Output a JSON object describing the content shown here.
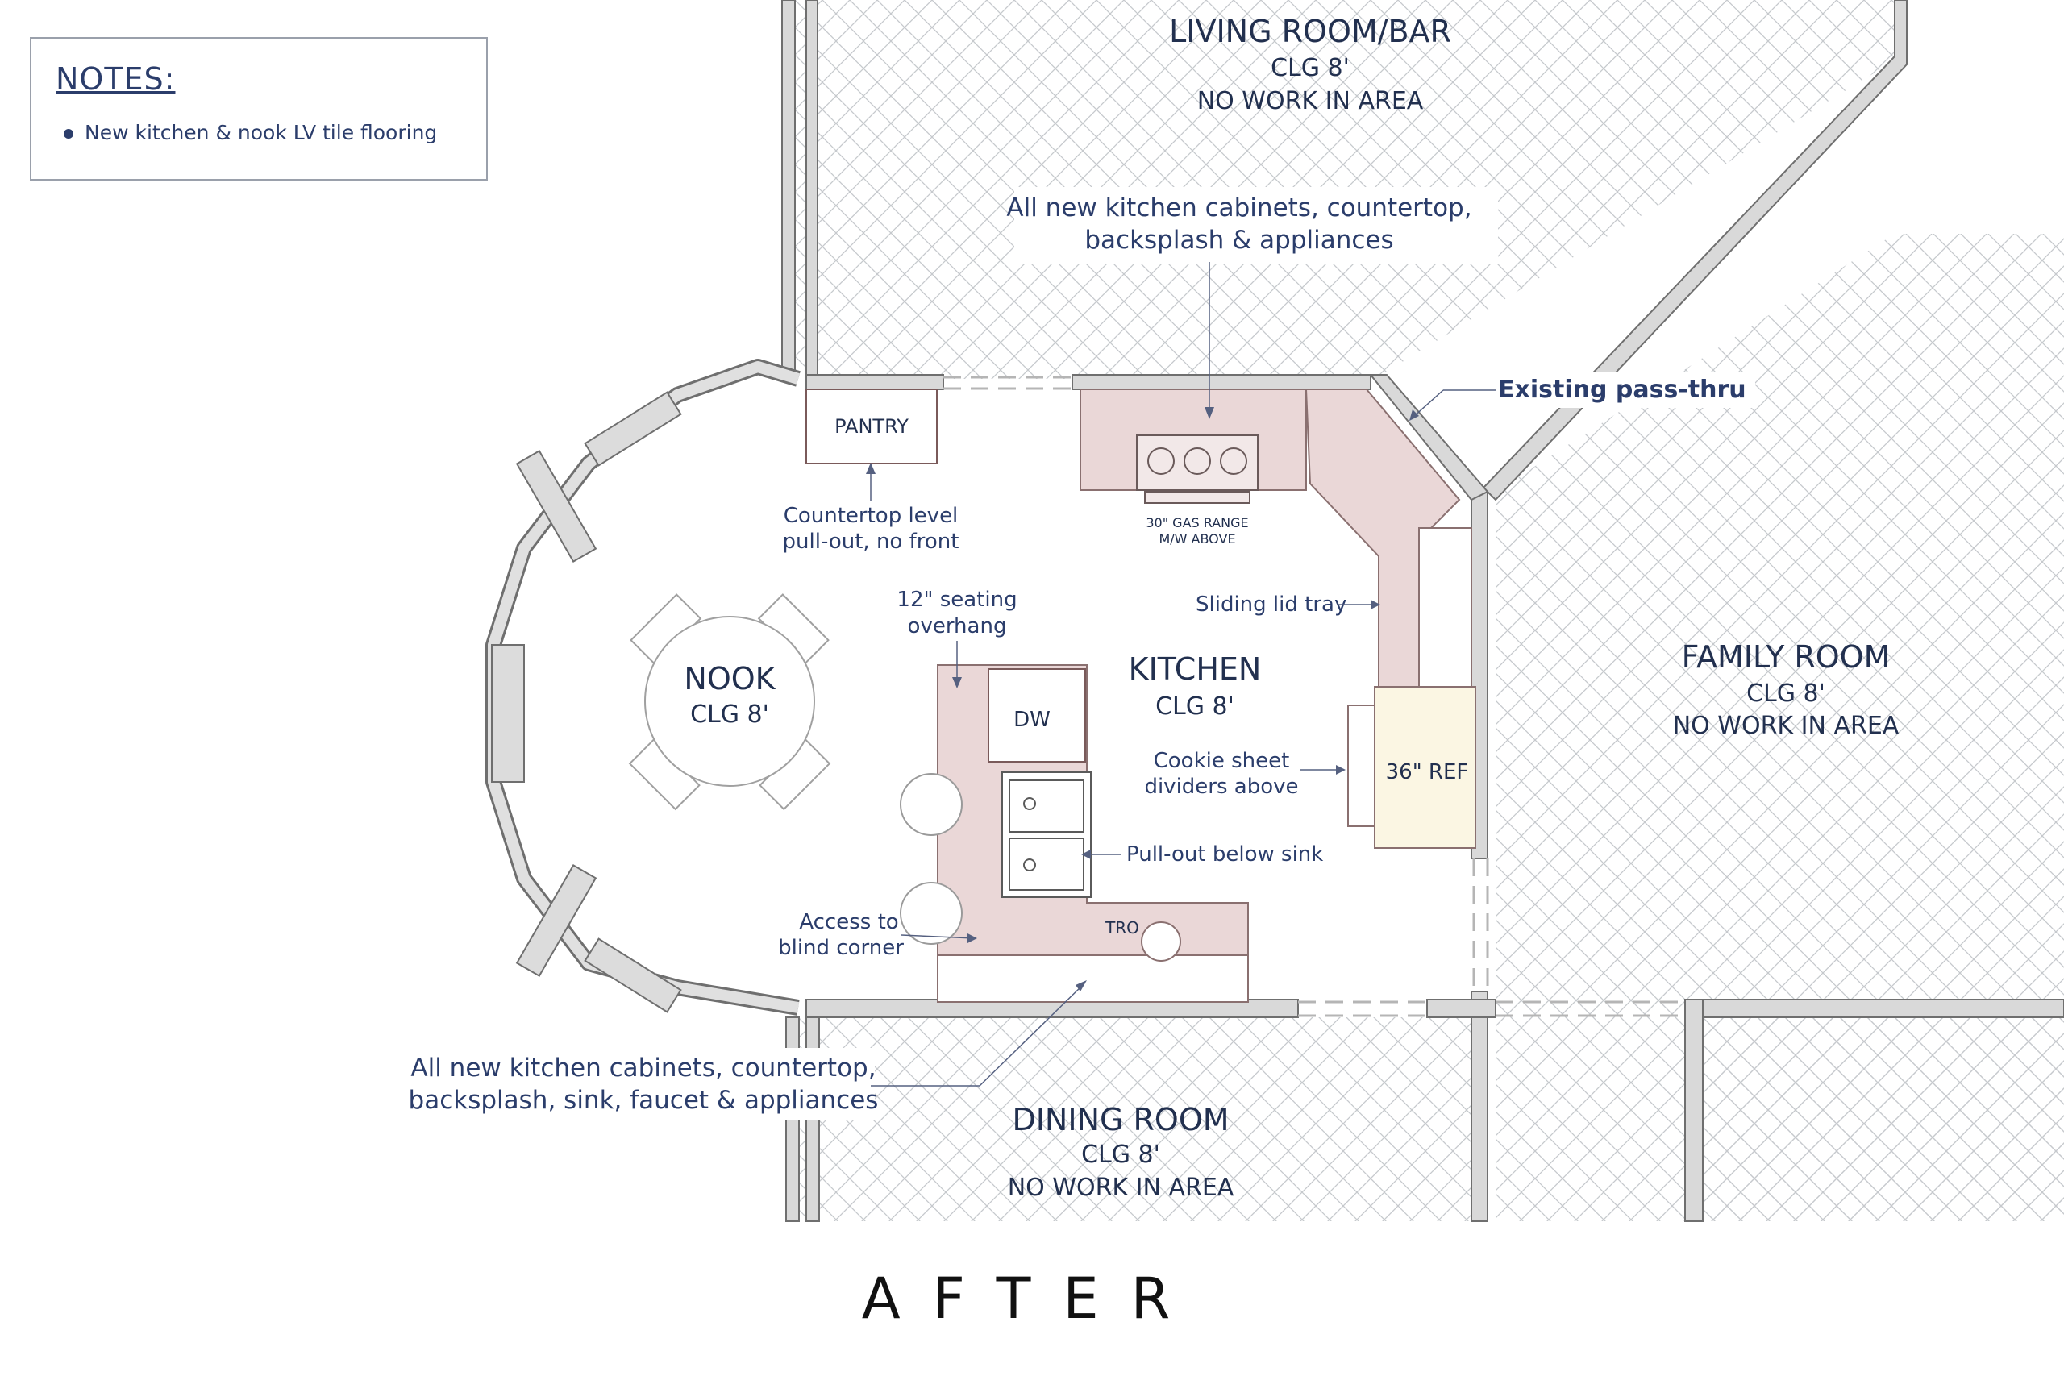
{
  "notes": {
    "title": "NOTES:",
    "items": [
      "New kitchen & nook LV tile flooring"
    ]
  },
  "rooms": {
    "living": {
      "name": "LIVING ROOM/BAR",
      "ceiling": "CLG 8'",
      "status": "NO WORK IN AREA"
    },
    "family": {
      "name": "FAMILY ROOM",
      "ceiling": "CLG 8'",
      "status": "NO WORK IN AREA"
    },
    "dining": {
      "name": "DINING ROOM",
      "ceiling": "CLG 8'",
      "status": "NO WORK IN AREA"
    },
    "kitchen": {
      "name": "KITCHEN",
      "ceiling": "CLG 8'"
    },
    "nook": {
      "name": "NOOK",
      "ceiling": "CLG 8'"
    }
  },
  "fixtures": {
    "pantry": "PANTRY",
    "dw": "DW",
    "ref": "36\" REF",
    "tro": "TRO",
    "range_line1": "30\" GAS RANGE",
    "range_line2": "M/W ABOVE"
  },
  "callouts": {
    "top_cabinets_1": "All new kitchen cabinets, countertop,",
    "top_cabinets_2": "backsplash & appliances",
    "pass_thru": "Existing pass-thru",
    "pantry_note_1": "Countertop level",
    "pantry_note_2": "pull-out, no front",
    "seating_1": "12\" seating",
    "seating_2": "overhang",
    "sliding_lid": "Sliding lid tray",
    "cookie_1": "Cookie sheet",
    "cookie_2": "dividers above",
    "pullout_sink": "Pull-out below sink",
    "blind_1": "Access to",
    "blind_2": "blind corner",
    "bottom_cabinets_1": "All new kitchen cabinets, countertop,",
    "bottom_cabinets_2": "backsplash, sink, faucet & appliances"
  },
  "caption": "AFTER",
  "colors": {
    "wall_fill": "#d6d6d6",
    "hatch": "#c9cccf",
    "counter": "#ead7d7",
    "text": "#22304f",
    "fridge": "#fbf6e3"
  }
}
